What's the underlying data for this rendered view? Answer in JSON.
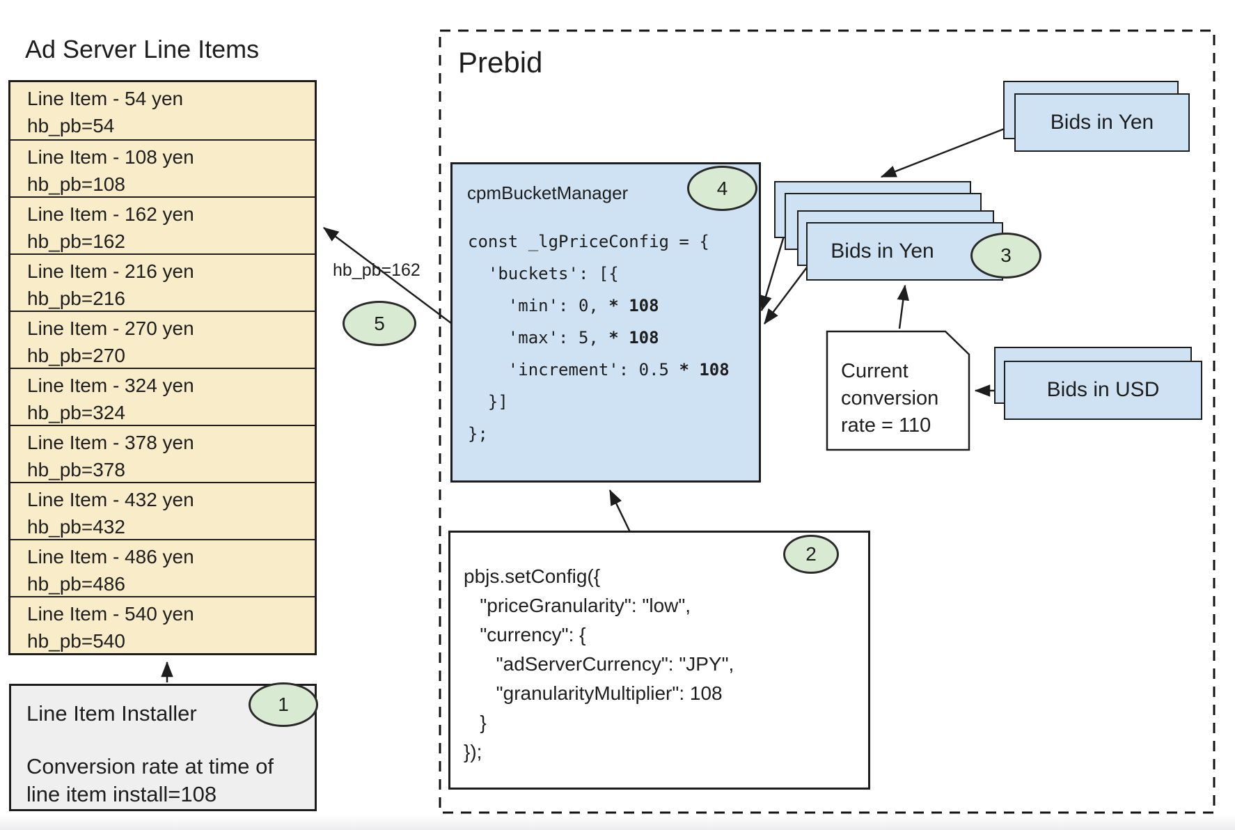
{
  "ad_server": {
    "title": "Ad Server Line Items",
    "line_items": [
      {
        "label": "Line Item - 54 yen",
        "key": "hb_pb=54"
      },
      {
        "label": "Line Item - 108 yen",
        "key": "hb_pb=108"
      },
      {
        "label": "Line Item - 162 yen",
        "key": "hb_pb=162"
      },
      {
        "label": "Line Item - 216 yen",
        "key": "hb_pb=216"
      },
      {
        "label": "Line Item - 270 yen",
        "key": "hb_pb=270"
      },
      {
        "label": "Line Item - 324 yen",
        "key": "hb_pb=324"
      },
      {
        "label": "Line Item - 378 yen",
        "key": "hb_pb=378"
      },
      {
        "label": "Line Item - 432 yen",
        "key": "hb_pb=432"
      },
      {
        "label": "Line Item - 486 yen",
        "key": "hb_pb=486"
      },
      {
        "label": "Line Item - 540 yen",
        "key": "hb_pb=540"
      }
    ],
    "installer": {
      "title": "Line Item Installer",
      "badge": "1",
      "note_lines": [
        "Conversion rate at time of",
        "line item install=108"
      ]
    }
  },
  "prebid": {
    "title": "Prebid",
    "bucket_manager": {
      "title": "cpmBucketManager",
      "badge": "4",
      "code_lines": [
        {
          "pre": "const _lgPriceConfig = {",
          "bold": ""
        },
        {
          "pre": "  'buckets': [{",
          "bold": ""
        },
        {
          "pre": "    'min': 0, ",
          "bold": "* 108"
        },
        {
          "pre": "    'max': 5, ",
          "bold": "* 108"
        },
        {
          "pre": "    'increment': 0.5 ",
          "bold": "* 108"
        },
        {
          "pre": "  }]",
          "bold": ""
        },
        {
          "pre": "};",
          "bold": ""
        }
      ]
    },
    "set_config": {
      "badge": "2",
      "code_lines": [
        "pbjs.setConfig({",
        "   \"priceGranularity\": \"low\",",
        "   \"currency\": {",
        "      \"adServerCurrency\": \"JPY\",",
        "      \"granularityMultiplier\": 108",
        "   }",
        "});"
      ]
    },
    "bids_in_yen_top": {
      "label": "Bids in Yen"
    },
    "bids_in_yen_stack": {
      "label": "Bids in Yen",
      "badge": "3"
    },
    "conversion_note": {
      "lines": [
        "Current",
        "conversion",
        "rate = 110"
      ]
    },
    "bids_in_usd": {
      "label": "Bids in USD"
    }
  },
  "annotations": {
    "hb_pb_label": "hb_pb=162",
    "badge5": "5"
  },
  "colors": {
    "line_item_fill": "#f9ecc8",
    "card_fill": "#cfe2f3",
    "badge_fill": "#d9ead3",
    "installer_fill": "#efefef",
    "ink": "#1d1d1d"
  }
}
